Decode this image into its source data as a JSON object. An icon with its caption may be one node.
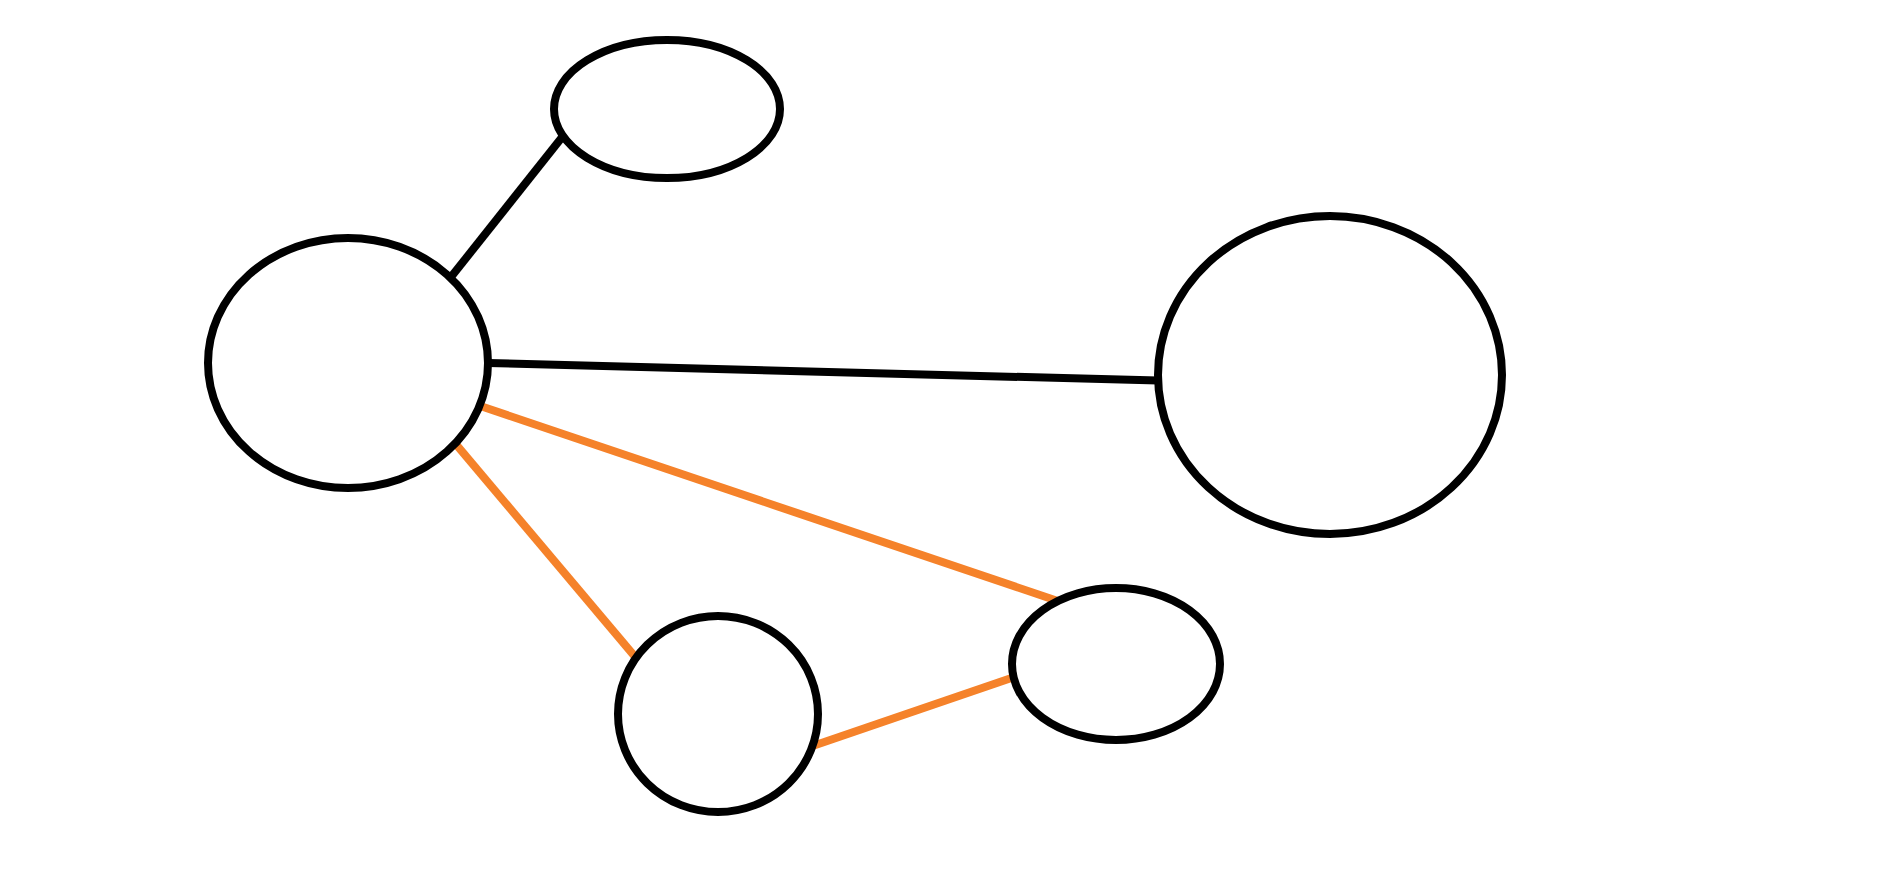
{
  "diagram": {
    "nodes": [
      {
        "text": [],
        "shape": "ellipse"
      },
      {
        "text": [],
        "shape": "ellipse"
      },
      {
        "text": [],
        "shape": "ellipse"
      },
      {
        "text": [],
        "shape": "ellipse"
      },
      {
        "text": [],
        "shape": "ellipse"
      }
    ],
    "edges": [
      {
        "from": 1,
        "to": 0,
        "arrow": "none",
        "color": "#000000"
      },
      {
        "from": 1,
        "to": 2,
        "arrow": "none",
        "color": "#000000"
      },
      {
        "from": 1,
        "to": 4,
        "arrow": "none"
      },
      {
        "from": 1,
        "to": 3,
        "arrow": "none"
      },
      {
        "from": 4,
        "to": 3,
        "arrow": "none"
      }
    ]
  }
}
